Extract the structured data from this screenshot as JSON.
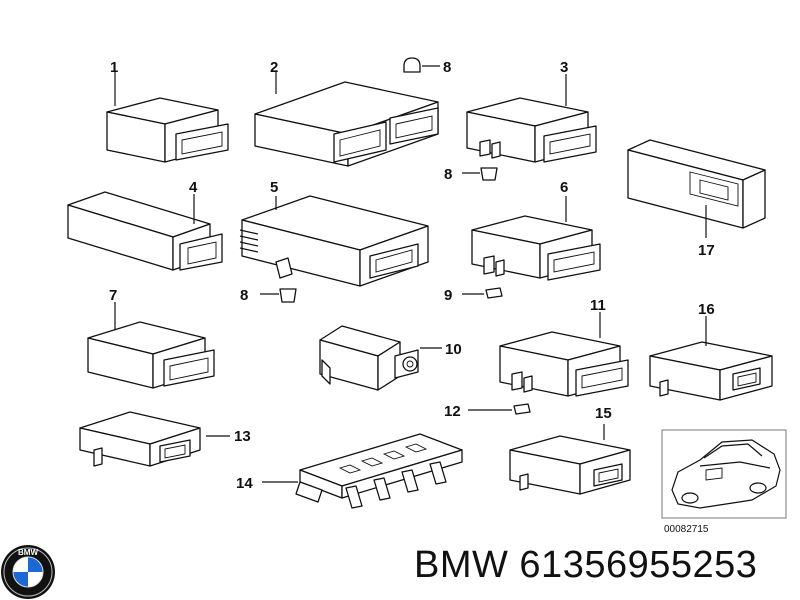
{
  "callouts": [
    "1",
    "2",
    "3",
    "4",
    "5",
    "6",
    "7",
    "8",
    "8",
    "8",
    "9",
    "10",
    "11",
    "12",
    "13",
    "14",
    "15",
    "16",
    "17"
  ],
  "inset_code": "00082715",
  "part_title": "BMW 61356955253",
  "logo_text": "BMW",
  "colors": {
    "ink": "#111111",
    "background": "#ffffff",
    "logo_blue": "#1c69d4"
  }
}
